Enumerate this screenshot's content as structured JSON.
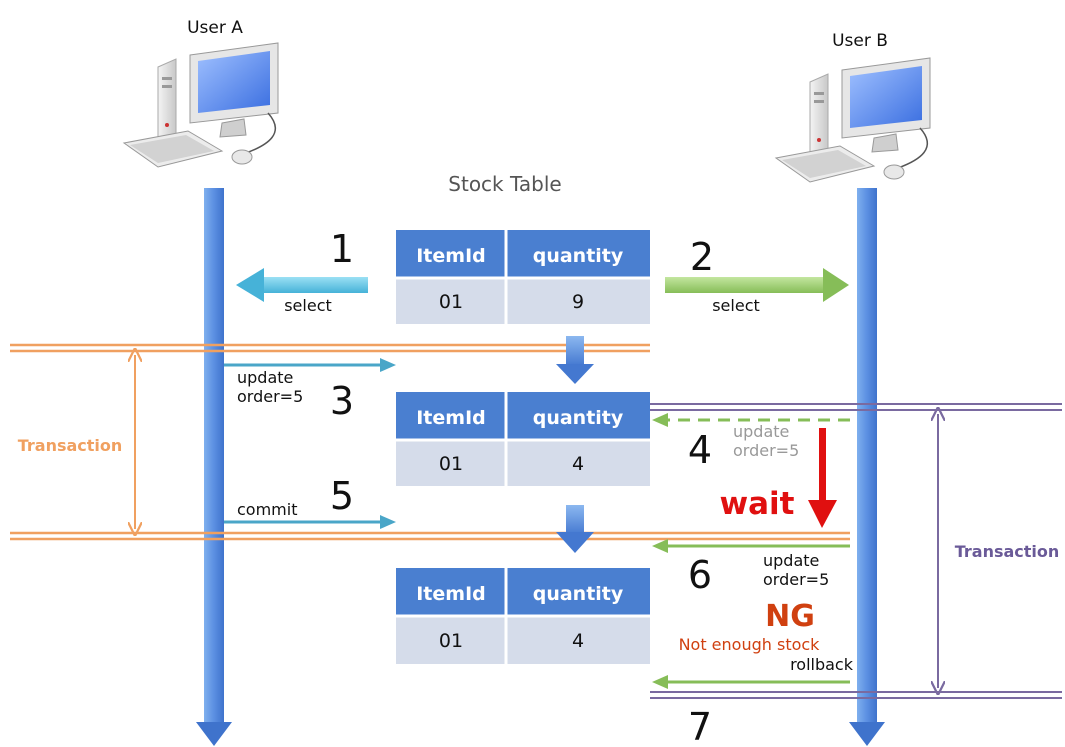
{
  "users": {
    "a": {
      "label": "User A"
    },
    "b": {
      "label": "User B"
    }
  },
  "stock_title": "Stock Table",
  "tables": [
    {
      "headers": [
        "ItemId",
        "quantity"
      ],
      "row": [
        "01",
        "9"
      ]
    },
    {
      "headers": [
        "ItemId",
        "quantity"
      ],
      "row": [
        "01",
        "4"
      ]
    },
    {
      "headers": [
        "ItemId",
        "quantity"
      ],
      "row": [
        "01",
        "4"
      ]
    }
  ],
  "steps": [
    "1",
    "2",
    "3",
    "4",
    "5",
    "6",
    "7"
  ],
  "labels": {
    "select_a": "select",
    "select_b": "select",
    "update_a_line1": "update",
    "update_a_line2": "order=5",
    "update_b1_line1": "update",
    "update_b1_line2": "order=5",
    "commit": "commit",
    "wait": "wait",
    "update_b2_line1": "update",
    "update_b2_line2": "order=5",
    "ng": "NG",
    "not_enough": "Not enough stock",
    "rollback": "rollback",
    "transaction_a": "Transaction",
    "transaction_b": "Transaction"
  },
  "colors": {
    "lifeline": "#5a8fe0",
    "table_header": "#4a7fd0",
    "table_row": "#d5dcea",
    "cyan_arrow": "#5cc0e0",
    "green_arrow": "#8cc060",
    "orange": "#f0a060",
    "purple": "#7a6aa0",
    "red": "#e01010",
    "ng": "#d04010"
  }
}
